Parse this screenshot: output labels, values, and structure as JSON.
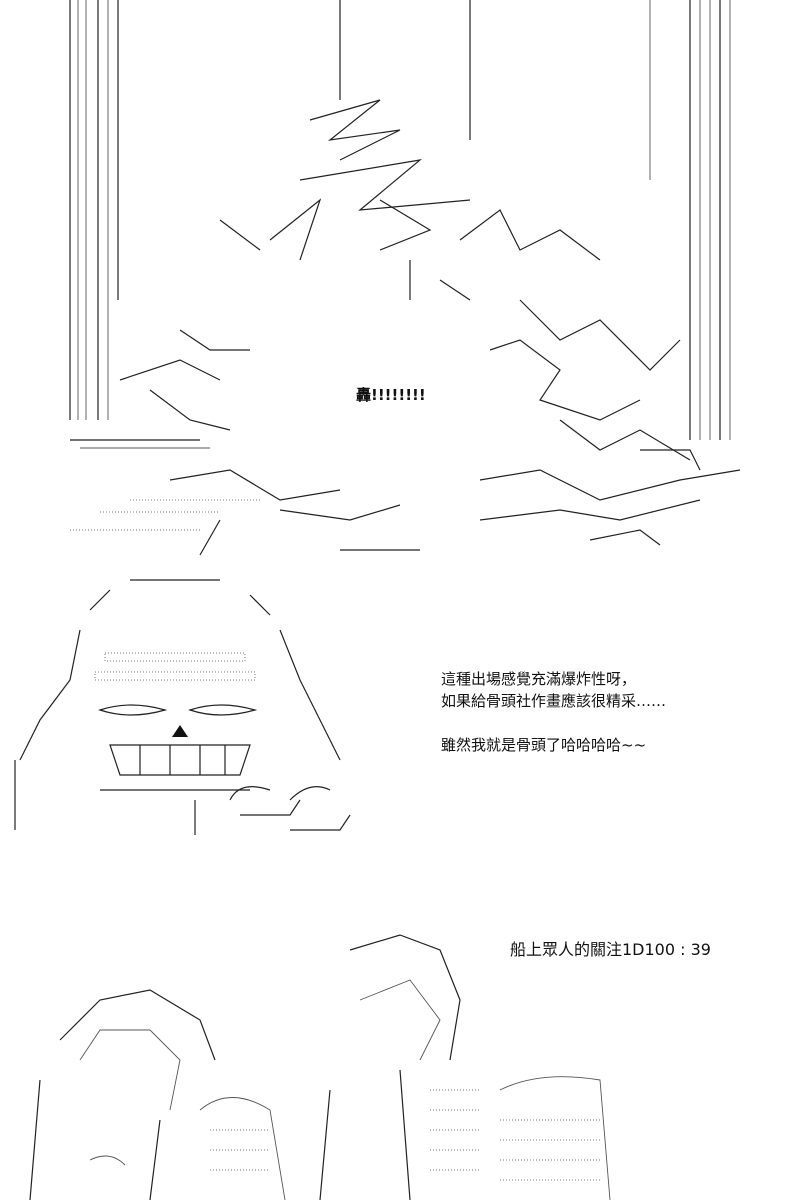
{
  "panel_top": {
    "sound_effect": "轟!!!!!!!!"
  },
  "narration": {
    "line1": "這種出場感覺充滿爆炸性呀，",
    "line2": "如果給骨頭社作畫應該很精采……",
    "line3": "雖然我就是骨頭了哈哈哈哈~~"
  },
  "status": {
    "dice_roll": "船上眾人的關注1D100 : 39"
  }
}
